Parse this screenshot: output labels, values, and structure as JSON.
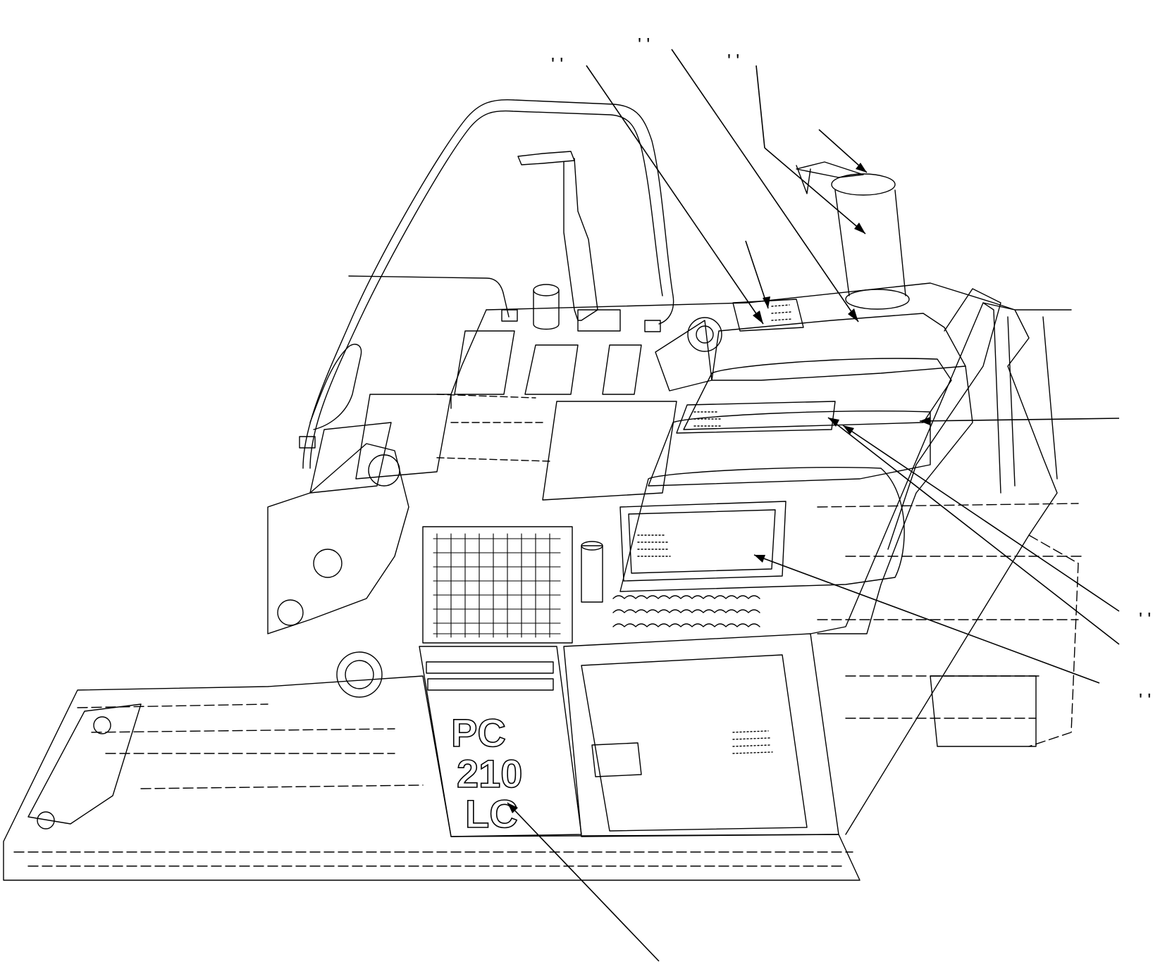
{
  "labels": {
    "callout_top_left": "' '",
    "callout_top_middle": "' '",
    "callout_top_right": "' '",
    "callout_right_a": "' '",
    "callout_right_b": "' '"
  },
  "logo": {
    "line1": "PC",
    "line2": "210",
    "line3": "LC"
  },
  "colors": {
    "ink": "#000000",
    "paper": "#ffffff"
  }
}
